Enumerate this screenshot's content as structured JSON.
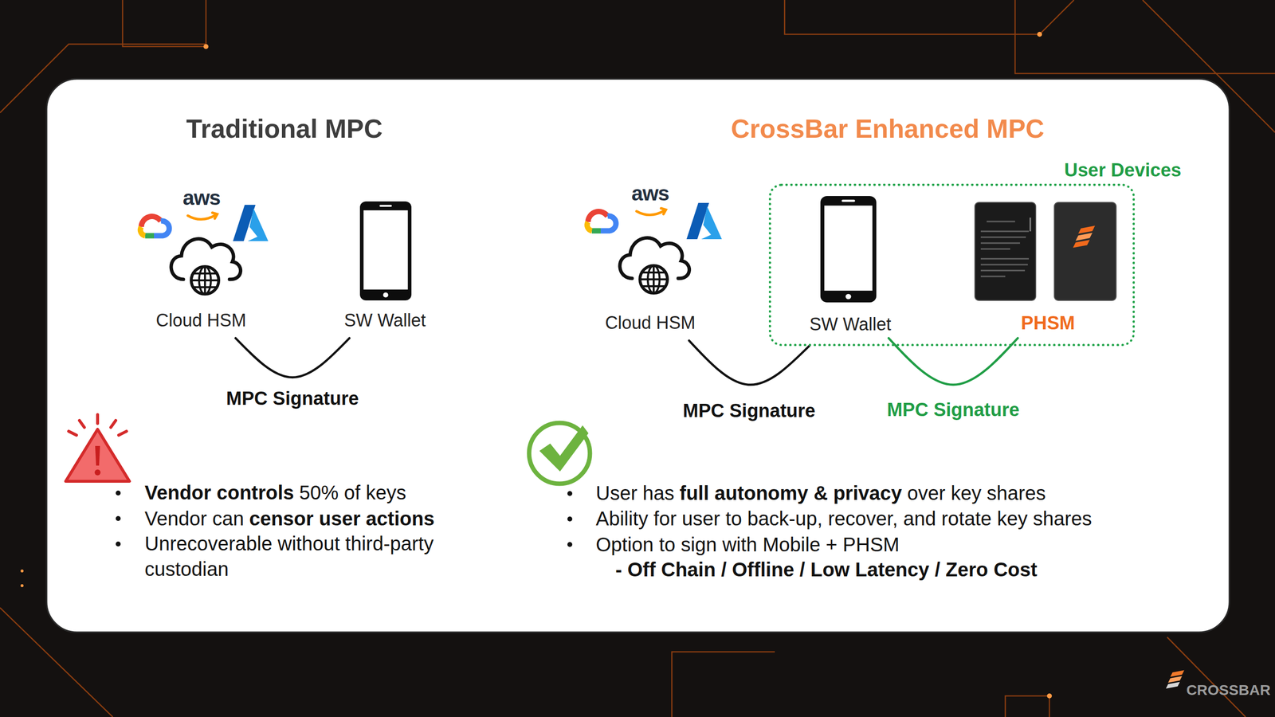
{
  "diagram": {
    "nodes": [
      {
        "text": [
          "Cloud HSM"
        ]
      },
      {
        "text": [
          "SW Wallet"
        ]
      },
      {
        "text": [
          "Cloud HSM"
        ]
      },
      {
        "text": [
          "User Devices"
        ]
      },
      {
        "text": [
          "SW Wallet"
        ],
        "in": 3
      },
      {
        "text": [
          "PHSM"
        ],
        "in": 3
      }
    ],
    "edges": [
      {
        "from": 0,
        "to": 1,
        "arrow": "none",
        "label": "MPC Signature"
      },
      {
        "from": 2,
        "to": 3,
        "arrow": "none",
        "label": "MPC Signature"
      },
      {
        "from": 4,
        "to": 5,
        "arrow": "none",
        "label": "MPC Signature"
      }
    ],
    "labels": [
      "Traditional MPC",
      "CrossBar Enhanced MPC",
      "aws",
      "aws",
      "Vendor controls",
      "50% of keys",
      "Vendor can",
      "censor user actions",
      "Unrecoverable without third-party custodian",
      "User has",
      "full autonomy & privacy",
      "over key shares",
      "Ability for user to back-up, recover, and rotate key shares",
      "Option to sign with Mobile + PHSM",
      "- Off Chain / Offline / Low Latency / Zero Cost",
      "CROSSBAR"
    ]
  }
}
